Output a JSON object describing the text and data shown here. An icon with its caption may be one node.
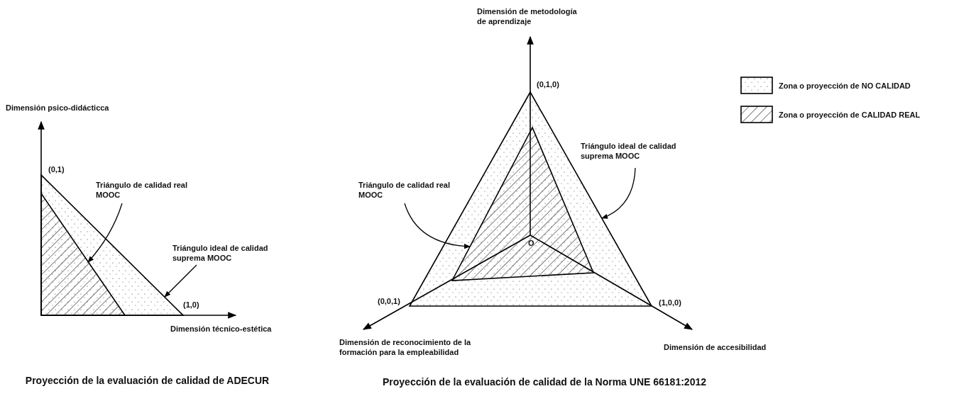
{
  "diagram": {
    "nodes": [
      {
        "text": [],
        "shape": "triangle"
      },
      {
        "text": [],
        "shape": "triangle",
        "in": 0
      },
      {
        "text": [
          "Triángulo de calidad real MOOC"
        ]
      },
      {
        "text": [
          "Triángulo ideal de calidad suprema MOOC"
        ]
      },
      {
        "text": [],
        "shape": "triangle"
      },
      {
        "text": [],
        "shape": "triangle",
        "in": 4
      },
      {
        "text": [
          "Triángulo de calidad real MOOC"
        ]
      },
      {
        "text": [
          "Triángulo ideal de calidad suprema MOOC"
        ]
      }
    ],
    "edges": [
      {
        "from": 2,
        "to": 1,
        "arrow": "to"
      },
      {
        "from": 3,
        "to": 0,
        "arrow": "to"
      },
      {
        "from": 6,
        "to": 5,
        "arrow": "to"
      },
      {
        "from": 7,
        "to": 4,
        "arrow": "to"
      }
    ],
    "labels": [
      "Dimensión psico-didácticca",
      "(0,1)",
      "(1,0)",
      "Dimensión técnico-estética",
      "Dimensión de metodología de aprendizaje",
      "(0,1,0)",
      "O",
      "(0,0,1)",
      "(1,0,0)",
      "Dimensión de reconocimiento de la formación para la empleabilidad",
      "Dimensión de accesibilidad",
      "Proyección de la evaluación de calidad de ADECUR",
      "Proyección de la evaluación de calidad de la Norma UNE 66181:2012"
    ],
    "legend": [
      {
        "text": "Zona o proyección de NO CALIDAD"
      },
      {
        "text": "Zona o proyección de CALIDAD REAL"
      }
    ]
  }
}
